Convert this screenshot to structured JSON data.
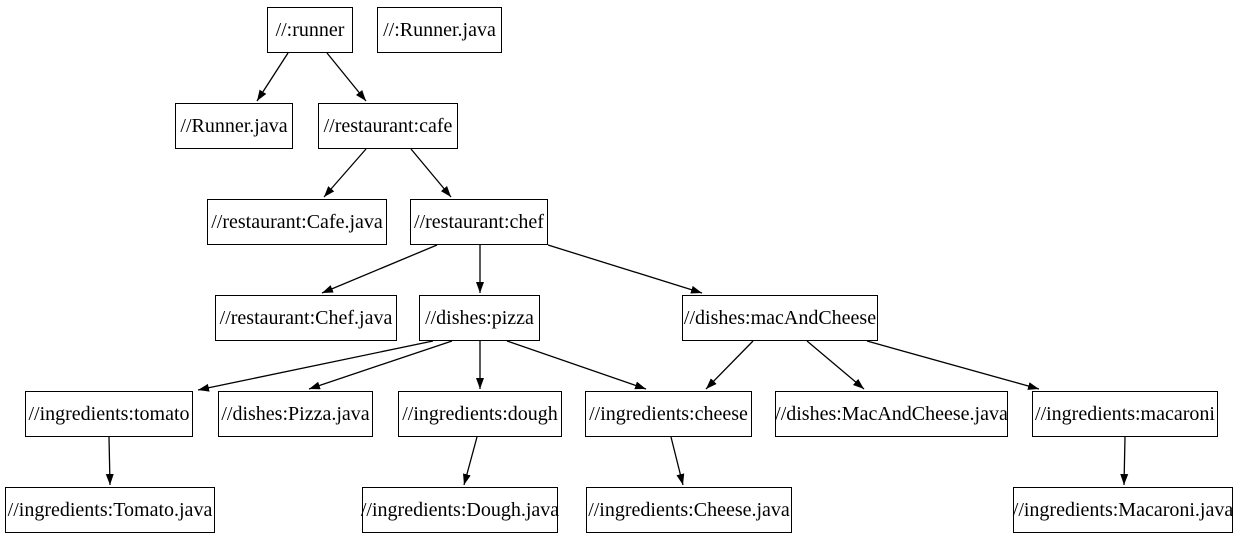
{
  "diagram": {
    "kind": "build-dependency-graph",
    "background_color": "#ffffff",
    "node_border_color": "#000000",
    "node_fill_color": "#ffffff",
    "text_color": "#000000",
    "edge_color": "#000000",
    "nodes": [
      {
        "id": "runner",
        "label": "//:runner"
      },
      {
        "id": "runner-java-isolated",
        "label": "//:Runner.java"
      },
      {
        "id": "runner-java",
        "label": "//Runner.java"
      },
      {
        "id": "cafe",
        "label": "//restaurant:cafe"
      },
      {
        "id": "cafe-java",
        "label": "//restaurant:Cafe.java"
      },
      {
        "id": "chef",
        "label": "//restaurant:chef"
      },
      {
        "id": "chef-java",
        "label": "//restaurant:Chef.java"
      },
      {
        "id": "pizza",
        "label": "//dishes:pizza"
      },
      {
        "id": "mac-and-cheese",
        "label": "//dishes:macAndCheese"
      },
      {
        "id": "tomato",
        "label": "//ingredients:tomato"
      },
      {
        "id": "pizza-java",
        "label": "//dishes:Pizza.java"
      },
      {
        "id": "dough",
        "label": "//ingredients:dough"
      },
      {
        "id": "cheese",
        "label": "//ingredients:cheese"
      },
      {
        "id": "mac-and-cheese-java",
        "label": "//dishes:MacAndCheese.java"
      },
      {
        "id": "macaroni",
        "label": "//ingredients:macaroni"
      },
      {
        "id": "tomato-java",
        "label": "//ingredients:Tomato.java"
      },
      {
        "id": "dough-java",
        "label": "//ingredients:Dough.java"
      },
      {
        "id": "cheese-java",
        "label": "//ingredients:Cheese.java"
      },
      {
        "id": "macaroni-java",
        "label": "//ingredients:Macaroni.java"
      }
    ],
    "edges": [
      {
        "from": "//:runner",
        "to": "//Runner.java"
      },
      {
        "from": "//:runner",
        "to": "//restaurant:cafe"
      },
      {
        "from": "//restaurant:cafe",
        "to": "//restaurant:Cafe.java"
      },
      {
        "from": "//restaurant:cafe",
        "to": "//restaurant:chef"
      },
      {
        "from": "//restaurant:chef",
        "to": "//restaurant:Chef.java"
      },
      {
        "from": "//restaurant:chef",
        "to": "//dishes:pizza"
      },
      {
        "from": "//restaurant:chef",
        "to": "//dishes:macAndCheese"
      },
      {
        "from": "//dishes:pizza",
        "to": "//ingredients:tomato"
      },
      {
        "from": "//dishes:pizza",
        "to": "//dishes:Pizza.java"
      },
      {
        "from": "//dishes:pizza",
        "to": "//ingredients:dough"
      },
      {
        "from": "//dishes:pizza",
        "to": "//ingredients:cheese"
      },
      {
        "from": "//dishes:macAndCheese",
        "to": "//ingredients:cheese"
      },
      {
        "from": "//dishes:macAndCheese",
        "to": "//dishes:MacAndCheese.java"
      },
      {
        "from": "//dishes:macAndCheese",
        "to": "//ingredients:macaroni"
      },
      {
        "from": "//ingredients:tomato",
        "to": "//ingredients:Tomato.java"
      },
      {
        "from": "//ingredients:dough",
        "to": "//ingredients:Dough.java"
      },
      {
        "from": "//ingredients:cheese",
        "to": "//ingredients:Cheese.java"
      },
      {
        "from": "//ingredients:macaroni",
        "to": "//ingredients:Macaroni.java"
      }
    ]
  }
}
